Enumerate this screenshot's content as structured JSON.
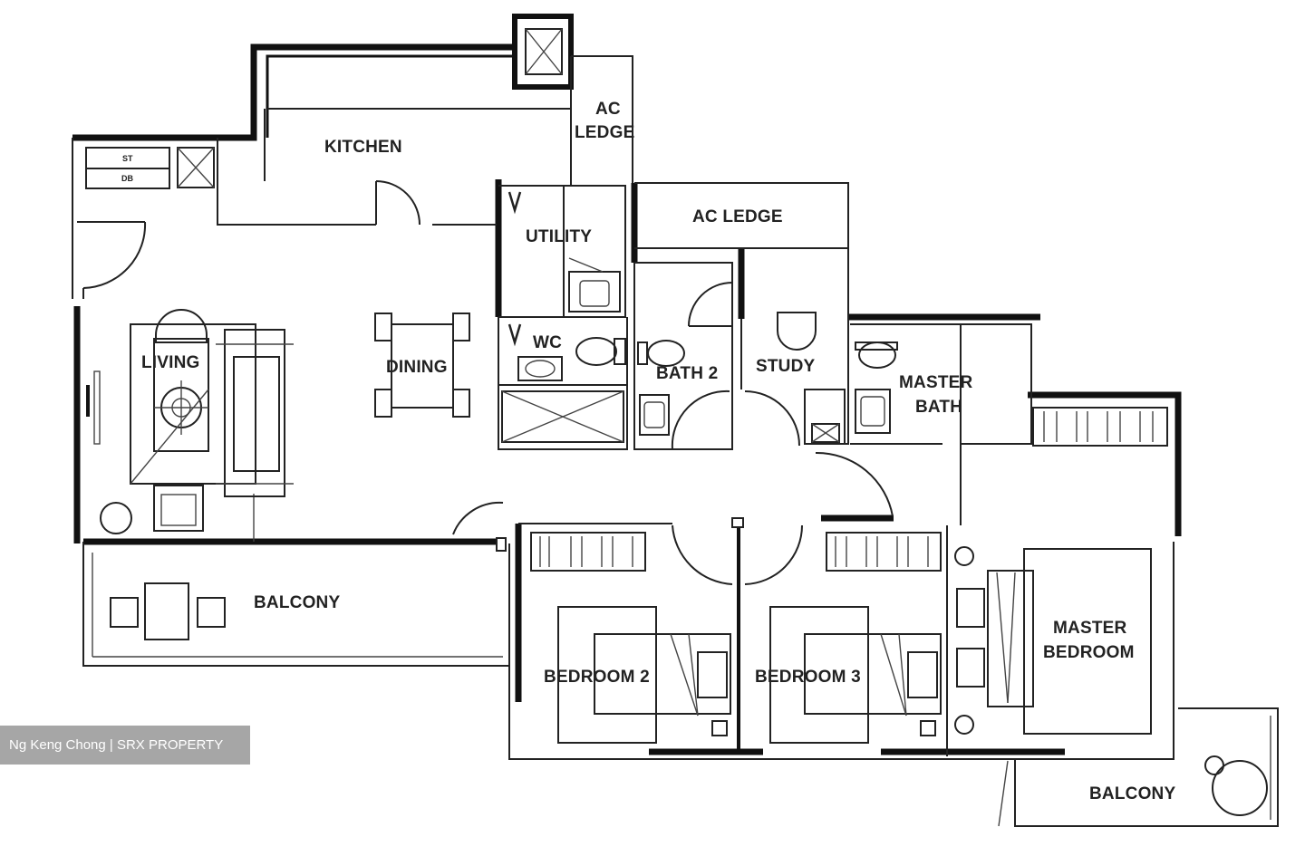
{
  "rooms": {
    "kitchen": "KITCHEN",
    "ac_ledge_top_line1": "AC",
    "ac_ledge_top_line2": "LEDGE",
    "ac_ledge": "AC LEDGE",
    "utility": "UTILITY",
    "wc": "WC",
    "bath2": "BATH 2",
    "study": "STUDY",
    "master_bath_line1": "MASTER",
    "master_bath_line2": "BATH",
    "living": "LIVING",
    "dining": "DINING",
    "balcony_main": "BALCONY",
    "bedroom2": "BEDROOM 2",
    "bedroom3": "BEDROOM 3",
    "master_bedroom_line1": "MASTER",
    "master_bedroom_line2": "BEDROOM",
    "balcony_master": "BALCONY",
    "st": "ST",
    "db": "DB"
  },
  "watermark": "Ng Keng Chong | SRX PROPERTY"
}
